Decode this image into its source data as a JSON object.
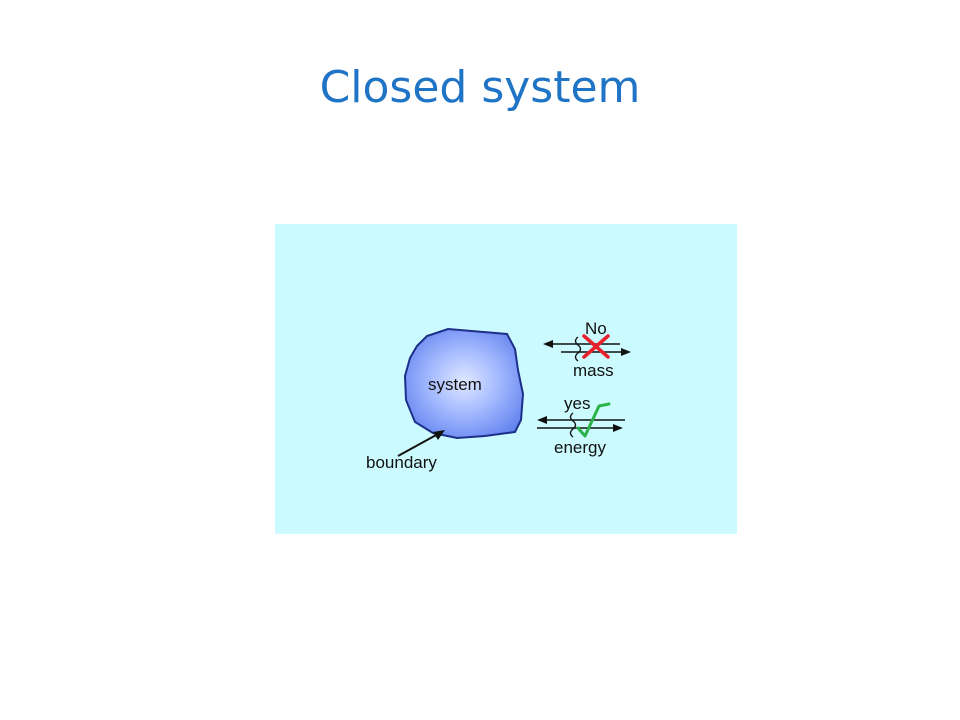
{
  "slide": {
    "title": "Closed system"
  },
  "diagram": {
    "system_label": "system",
    "boundary_label": "boundary",
    "mass_transfer": {
      "allowed_label": "No",
      "quantity_label": "mass",
      "mark_color": "#e8212b"
    },
    "energy_transfer": {
      "allowed_label": "yes",
      "quantity_label": "energy",
      "mark_color": "#2bb34a"
    },
    "colors": {
      "background": "#ccfbff",
      "system_fill": "#6f8ff5",
      "title": "#1f74c5"
    }
  }
}
